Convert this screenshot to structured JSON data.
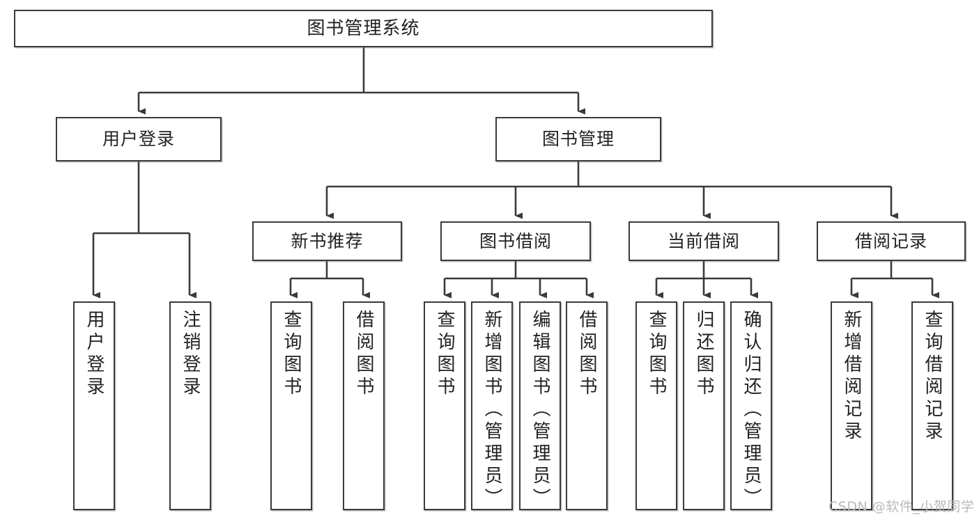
{
  "diagram": {
    "title": "图书管理系统",
    "type": "tree-hierarchy",
    "root": {
      "label": "图书管理系统"
    },
    "level2": [
      {
        "label": "用户登录"
      },
      {
        "label": "图书管理"
      }
    ],
    "level3": [
      {
        "label": "新书推荐"
      },
      {
        "label": "图书借阅"
      },
      {
        "label": "当前借阅"
      },
      {
        "label": "借阅记录"
      }
    ],
    "leaves": {
      "user_login": [
        {
          "label": "用户登录"
        },
        {
          "label": "注销登录"
        }
      ],
      "new_book_recommend": [
        {
          "label": "查询图书"
        },
        {
          "label": "借阅图书"
        }
      ],
      "book_borrow": [
        {
          "label": "查询图书"
        },
        {
          "label": "新增图书（管理员）"
        },
        {
          "label": "编辑图书（管理员）"
        },
        {
          "label": "借阅图书"
        }
      ],
      "current_borrow": [
        {
          "label": "查询图书"
        },
        {
          "label": "归还图书"
        },
        {
          "label": "确认归还（管理员）"
        }
      ],
      "borrow_record": [
        {
          "label": "新增借阅记录"
        },
        {
          "label": "查询借阅记录"
        }
      ]
    }
  },
  "watermark": {
    "text": "CSDN @软件_小贺同学"
  },
  "colors": {
    "box_border": "#3a3a3a",
    "background": "#ffffff",
    "text": "#222222",
    "connector": "#3a3a3a",
    "watermark": "#b9b9b9"
  }
}
